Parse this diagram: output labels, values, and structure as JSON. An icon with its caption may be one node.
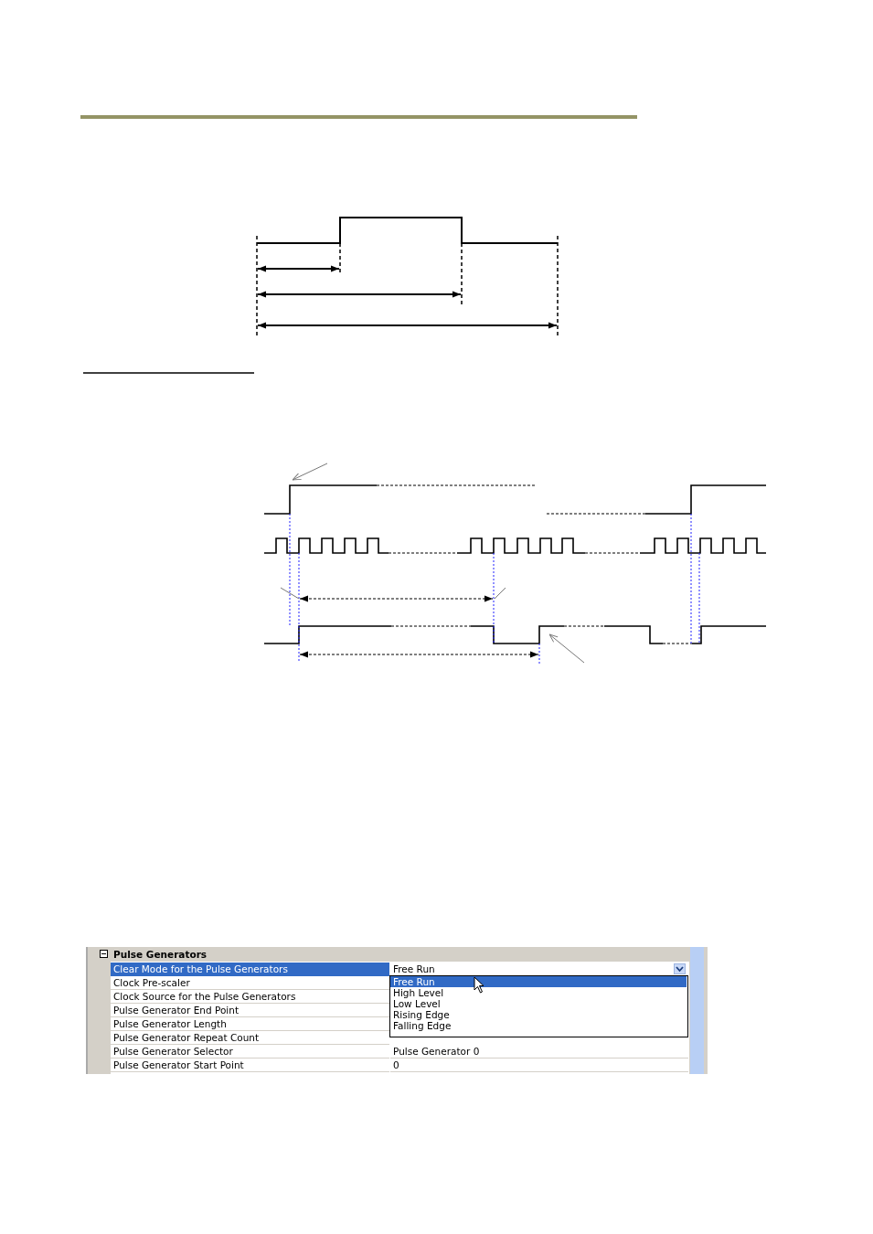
{
  "diagram": {
    "labels": [
      "Pulse Generators",
      "Clear Mode for the Pulse Generators",
      "Clock Pre-scaler",
      "Clock Source for the Pulse Generators",
      "Pulse Generator End Point",
      "Pulse Generator Length",
      "Pulse Generator Repeat Count",
      "Pulse Generator Selector",
      "Pulse Generator Start Point",
      "Free Run",
      "Pulse Generator 0",
      "0",
      "Free Run",
      "High Level",
      "Low Level",
      "Rising Edge",
      "Falling Edge"
    ]
  }
}
